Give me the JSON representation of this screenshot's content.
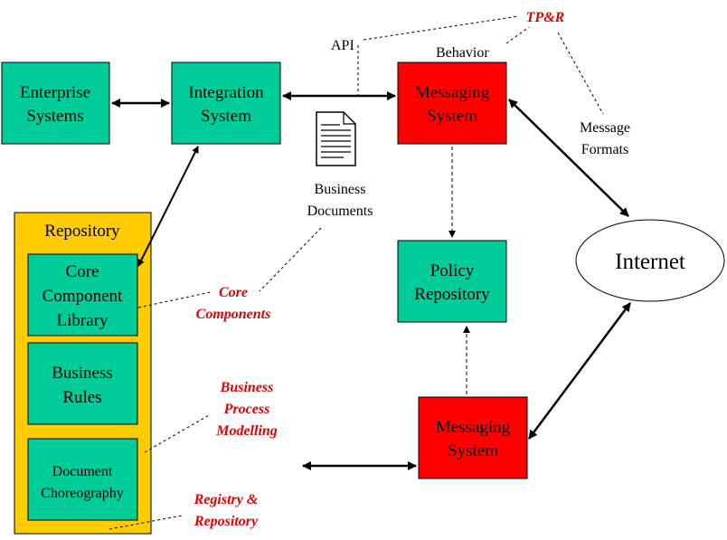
{
  "colors": {
    "teal": "#00cc99",
    "red": "#ff0000",
    "repository_gold": "#ffcc00",
    "label_red": "#e60000"
  },
  "boxes": {
    "enterprise_systems": [
      "Enterprise",
      "Systems"
    ],
    "integration_system": [
      "Integration",
      "System"
    ],
    "messaging_system_top": [
      "Messaging",
      "System"
    ],
    "policy_repository": [
      "Policy",
      "Repository"
    ],
    "messaging_system_bottom": [
      "Messaging",
      "System"
    ],
    "repository": "Repository",
    "core_component_library": [
      "Core",
      "Component",
      "Library"
    ],
    "business_rules": [
      "Business",
      "Rules"
    ],
    "document_choreography": [
      "Document",
      "Choreography"
    ],
    "internet": "Internet"
  },
  "labels": {
    "api": "API",
    "behavior": "Behavior",
    "message_formats": [
      "Message",
      "Formats"
    ],
    "business_documents": [
      "Business",
      "Documents"
    ]
  },
  "red_labels": {
    "tpr": "TP&R",
    "core_components": [
      "Core",
      "Components"
    ],
    "business_process_modelling": [
      "Business",
      "Process",
      "Modelling"
    ],
    "registry_repository": [
      "Registry &",
      "Repository"
    ]
  },
  "icons": {
    "document": "document-icon"
  }
}
